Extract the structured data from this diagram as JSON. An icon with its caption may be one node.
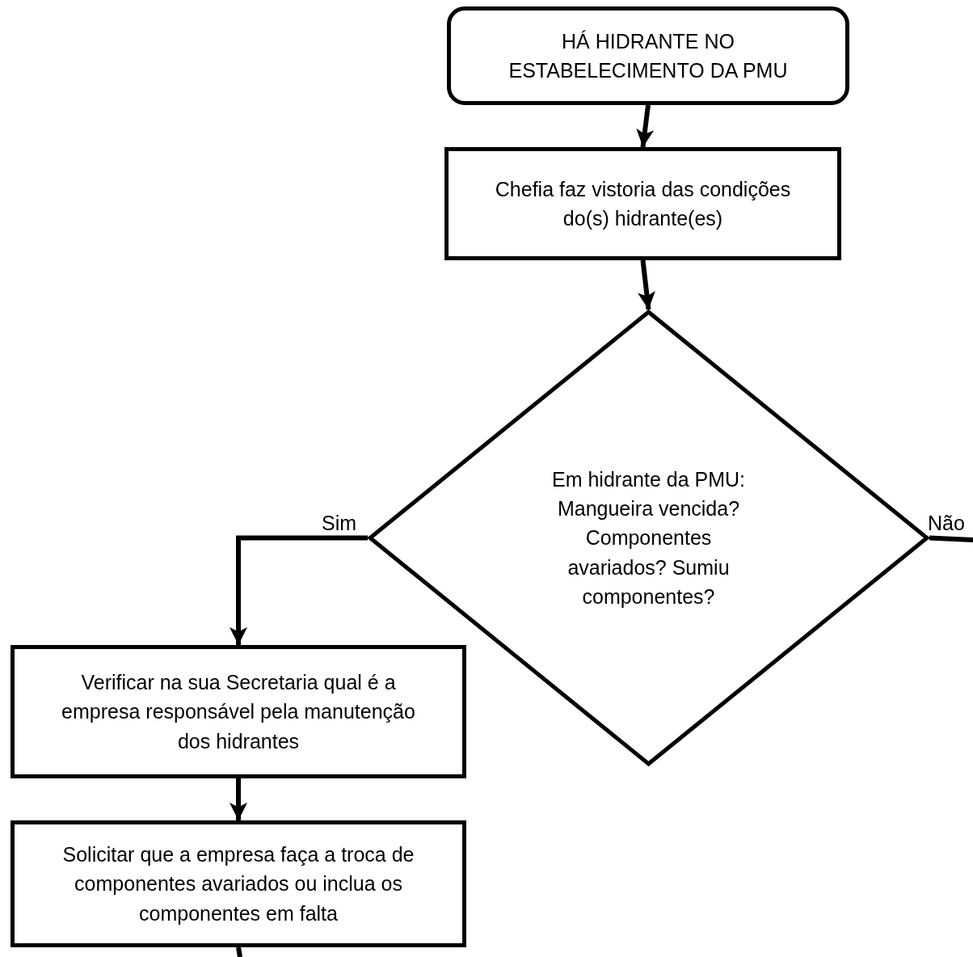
{
  "diagram": {
    "nodes": [
      {
        "text": [
          "HÁ HIDRANTE NO ESTABELECIMENTO DA PMU"
        ]
      },
      {
        "text": [
          "Chefia faz vistoria das condições do(s) hidrante(es)"
        ]
      },
      {
        "text": [
          "Em hidrante da PMU: Mangueira vencida? Componentes avariados? Sumiu componentes?"
        ]
      },
      {
        "text": [
          "Verificar na sua Secretaria qual é a empresa responsável pela manutenção dos hidrantes"
        ]
      },
      {
        "text": [
          "Solicitar que a empresa faça a troca de componentes avariados ou inclua os componentes em falta"
        ]
      }
    ],
    "edges": [
      {
        "from": 0,
        "to": 1,
        "arrow": "to"
      },
      {
        "from": 1,
        "to": 2,
        "arrow": "to"
      },
      {
        "from": 2,
        "to": 3,
        "arrow": "to",
        "label": "Sim"
      },
      {
        "from": 2,
        "to": null,
        "arrow": "none",
        "label": "Não"
      },
      {
        "from": 3,
        "to": 4,
        "arrow": "to"
      },
      {
        "from": 4,
        "to": null,
        "arrow": "none"
      }
    ]
  }
}
